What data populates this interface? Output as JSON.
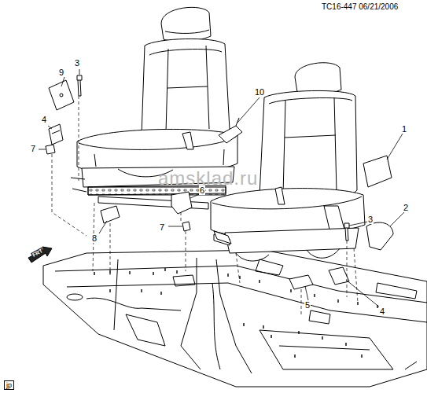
{
  "diagram": {
    "labels": [
      "TC16-447 06/21/2006",
      "9",
      "3",
      "4",
      "7",
      "10",
      "1",
      "6",
      "3",
      "2",
      "8",
      "7",
      "5",
      "4",
      "FRT",
      "jp",
      "amsklad.ru"
    ]
  }
}
